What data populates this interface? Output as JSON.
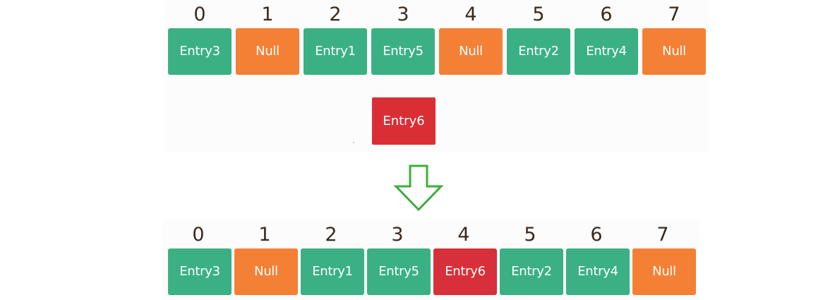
{
  "colors": {
    "entry": "#3bb085",
    "null": "#f48036",
    "inserted": "#d8303a",
    "arrow": "#3cae3c"
  },
  "before": {
    "indices": [
      "0",
      "1",
      "2",
      "3",
      "4",
      "5",
      "6",
      "7"
    ],
    "slots": [
      {
        "label": "Entry3",
        "kind": "entry"
      },
      {
        "label": "Null",
        "kind": "null"
      },
      {
        "label": "Entry1",
        "kind": "entry"
      },
      {
        "label": "Entry5",
        "kind": "entry"
      },
      {
        "label": "Null",
        "kind": "null"
      },
      {
        "label": "Entry2",
        "kind": "entry"
      },
      {
        "label": "Entry4",
        "kind": "entry"
      },
      {
        "label": "Null",
        "kind": "null"
      }
    ],
    "pending": {
      "label": "Entry6"
    }
  },
  "arrow_icon": "down-arrow-icon",
  "after": {
    "indices": [
      "0",
      "1",
      "2",
      "3",
      "4",
      "5",
      "6",
      "7"
    ],
    "slots": [
      {
        "label": "Entry3",
        "kind": "entry"
      },
      {
        "label": "Null",
        "kind": "null"
      },
      {
        "label": "Entry1",
        "kind": "entry"
      },
      {
        "label": "Entry5",
        "kind": "entry"
      },
      {
        "label": "Entry6",
        "kind": "inserted"
      },
      {
        "label": "Entry2",
        "kind": "entry"
      },
      {
        "label": "Entry4",
        "kind": "entry"
      },
      {
        "label": "Null",
        "kind": "null"
      }
    ]
  }
}
